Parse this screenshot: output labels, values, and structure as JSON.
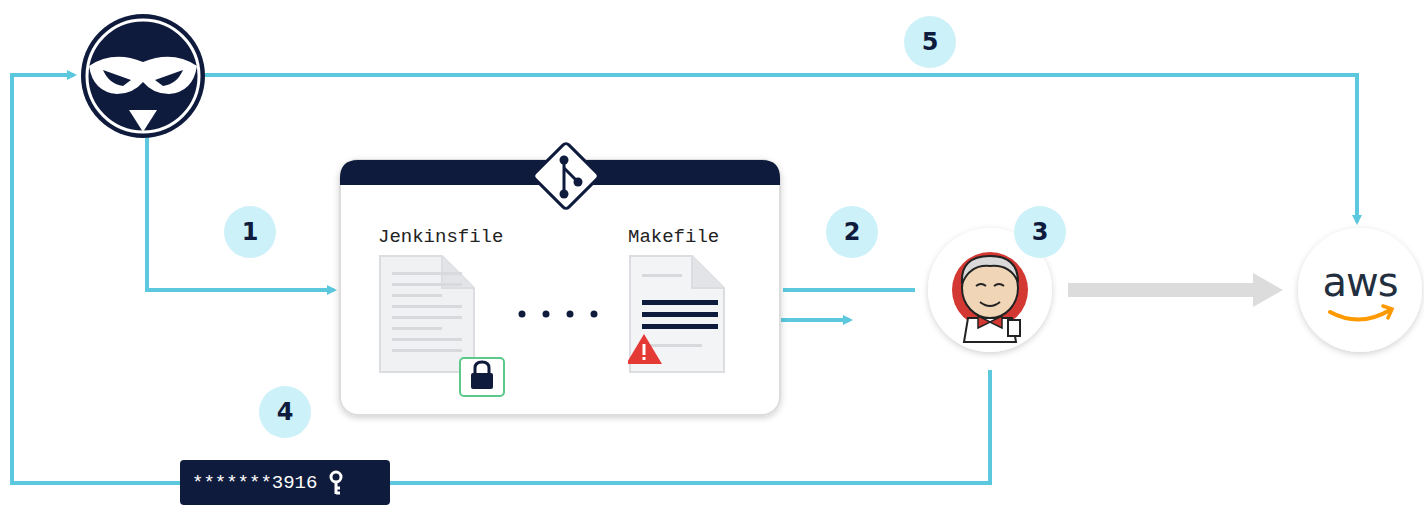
{
  "diagram": {
    "nodes": [
      {
        "text": [
          "Jenkinsfile"
        ]
      },
      {
        "text": [
          "Makefile"
        ]
      },
      {
        "text": [
          "aws"
        ]
      },
      {
        "text": [
          "*******3916"
        ]
      }
    ],
    "edges": [
      {
        "from": 0,
        "to": 1,
        "arrow": "none"
      }
    ],
    "labels": [
      "1",
      "2",
      "3",
      "4",
      "5"
    ]
  }
}
